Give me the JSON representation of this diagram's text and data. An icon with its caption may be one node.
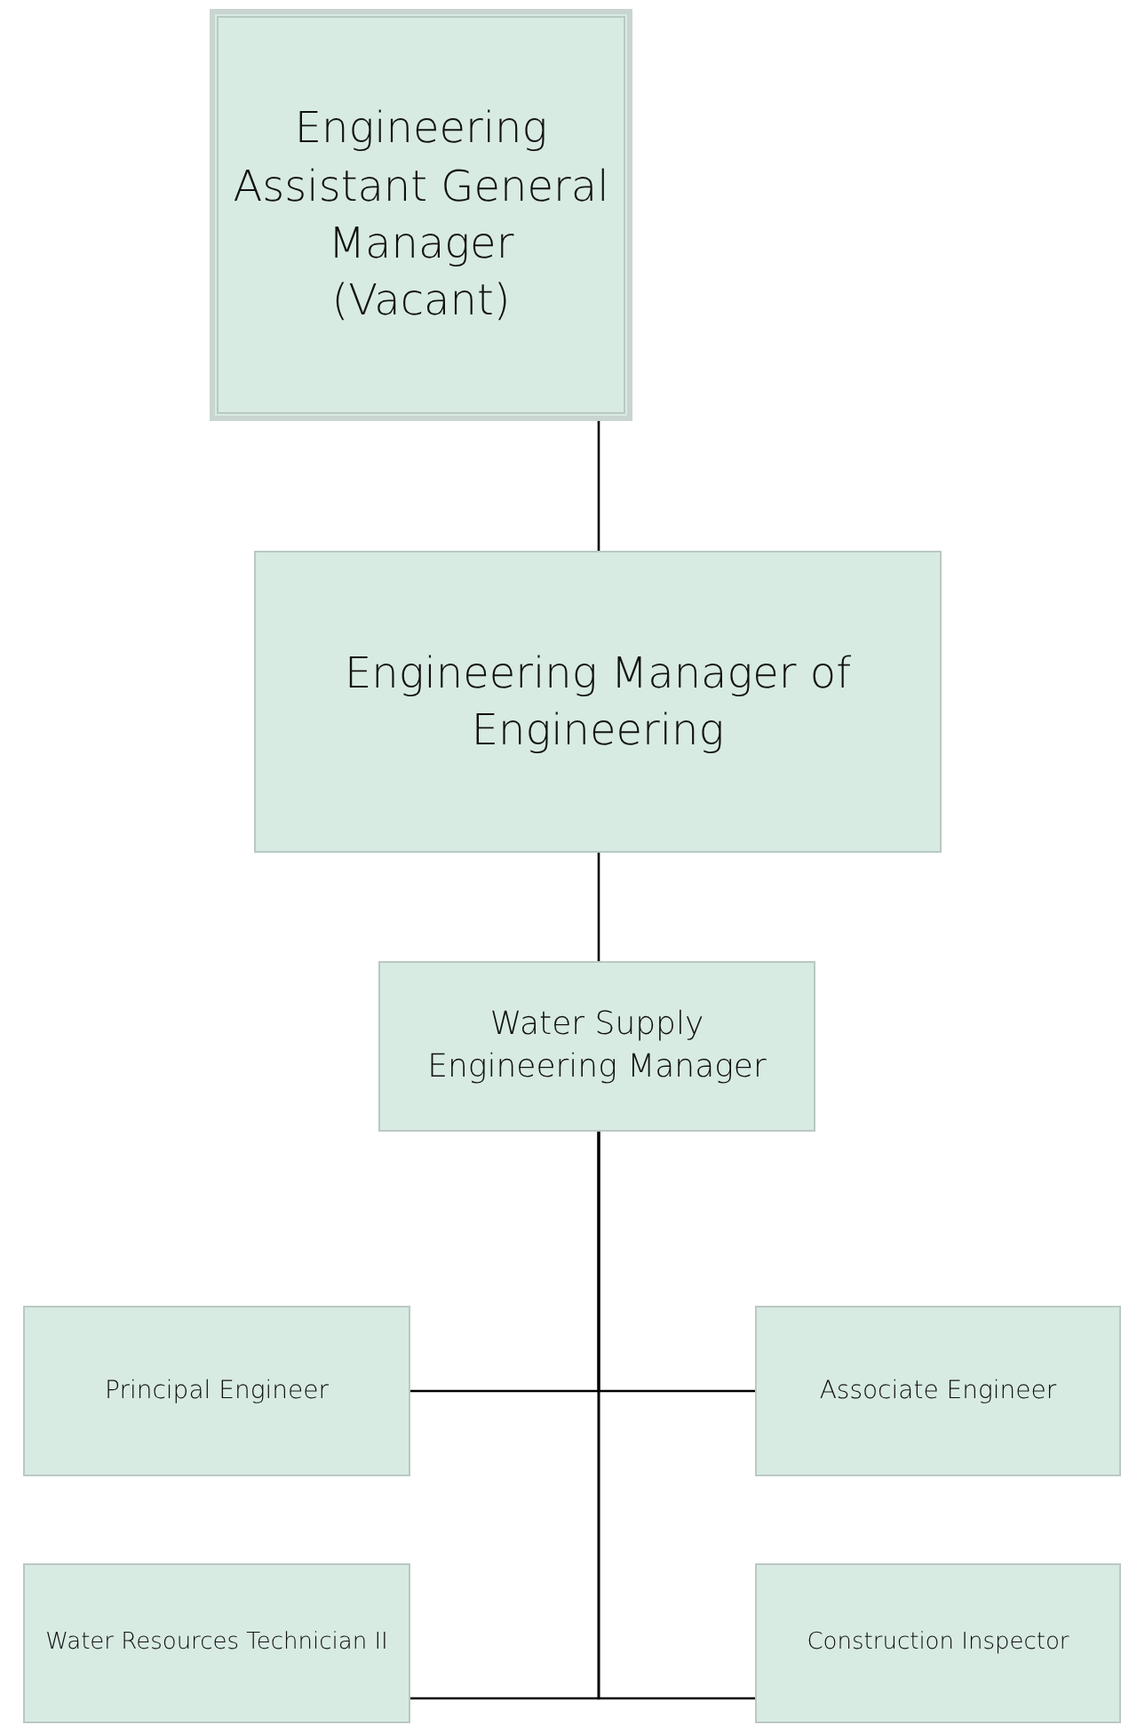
{
  "diagram": {
    "nodes": [
      {
        "text": [
          "Engineering Assistant General Manager (Vacant)"
        ]
      },
      {
        "text": [
          "Engineering Manager of Engineering"
        ]
      },
      {
        "text": [
          "Water Supply Engineering Manager"
        ]
      },
      {
        "text": [
          "Principal Engineer"
        ]
      },
      {
        "text": [
          "Associate Engineer"
        ]
      },
      {
        "text": [
          "Water Resources Technician II"
        ]
      },
      {
        "text": [
          "Construction Inspector"
        ]
      }
    ],
    "edges": [
      {
        "from": 0,
        "to": 1,
        "arrow": "none"
      },
      {
        "from": 1,
        "to": 2,
        "arrow": "none"
      },
      {
        "from": 2,
        "to": 3,
        "arrow": "none"
      },
      {
        "from": 2,
        "to": 4,
        "arrow": "none"
      },
      {
        "from": 2,
        "to": 5,
        "arrow": "none"
      },
      {
        "from": 2,
        "to": 6,
        "arrow": "none"
      }
    ]
  }
}
